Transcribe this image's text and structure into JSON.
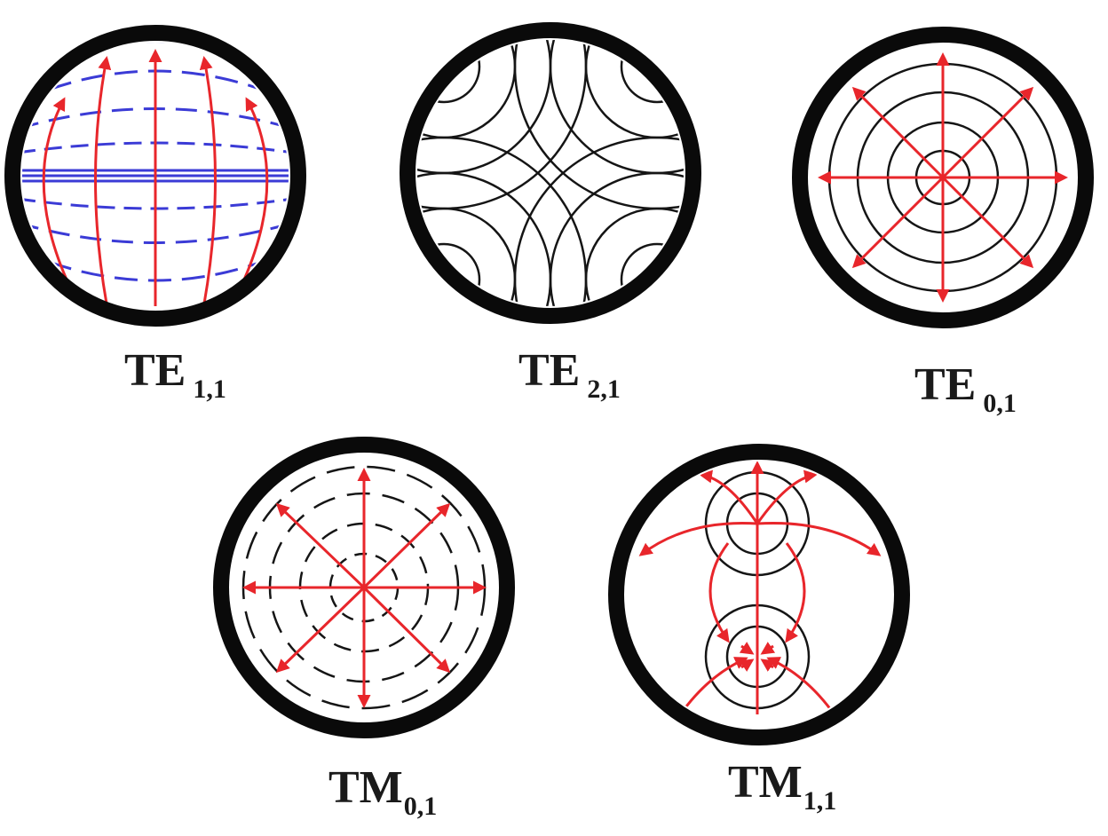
{
  "colors": {
    "wall": "#0a0a0a",
    "e_field": "#e8262b",
    "h_field": "#3b3bd6",
    "h_field_black": "#151515",
    "background": "#ffffff"
  },
  "modes": [
    {
      "name": "TE",
      "subscript": "1,1"
    },
    {
      "name": "TE",
      "subscript": "2,1"
    },
    {
      "name": "TE",
      "subscript": "0,1"
    },
    {
      "name": "TM",
      "subscript": "0,1"
    },
    {
      "name": "TM",
      "subscript": "1,1"
    }
  ]
}
